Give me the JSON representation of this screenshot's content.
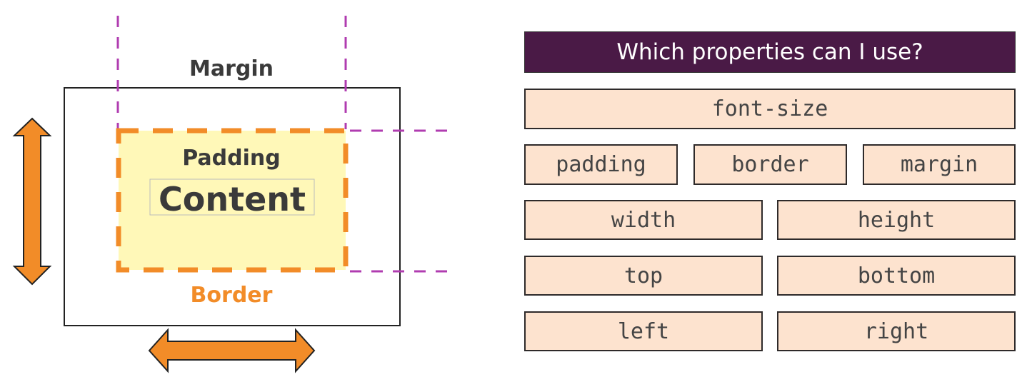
{
  "diagram": {
    "margin_label": "Margin",
    "padding_label": "Padding",
    "content_label": "Content",
    "border_label": "Border",
    "colors": {
      "border": "#f28c28",
      "padding": "#fff8b8",
      "margin_guides": "#b03cb0",
      "title_bg": "#4a1a46",
      "prop_bg": "#fde3cf"
    }
  },
  "panel": {
    "title": "Which properties can I use?",
    "properties": [
      "font-size",
      "padding",
      "border",
      "margin",
      "width",
      "height",
      "top",
      "bottom",
      "left",
      "right"
    ]
  }
}
